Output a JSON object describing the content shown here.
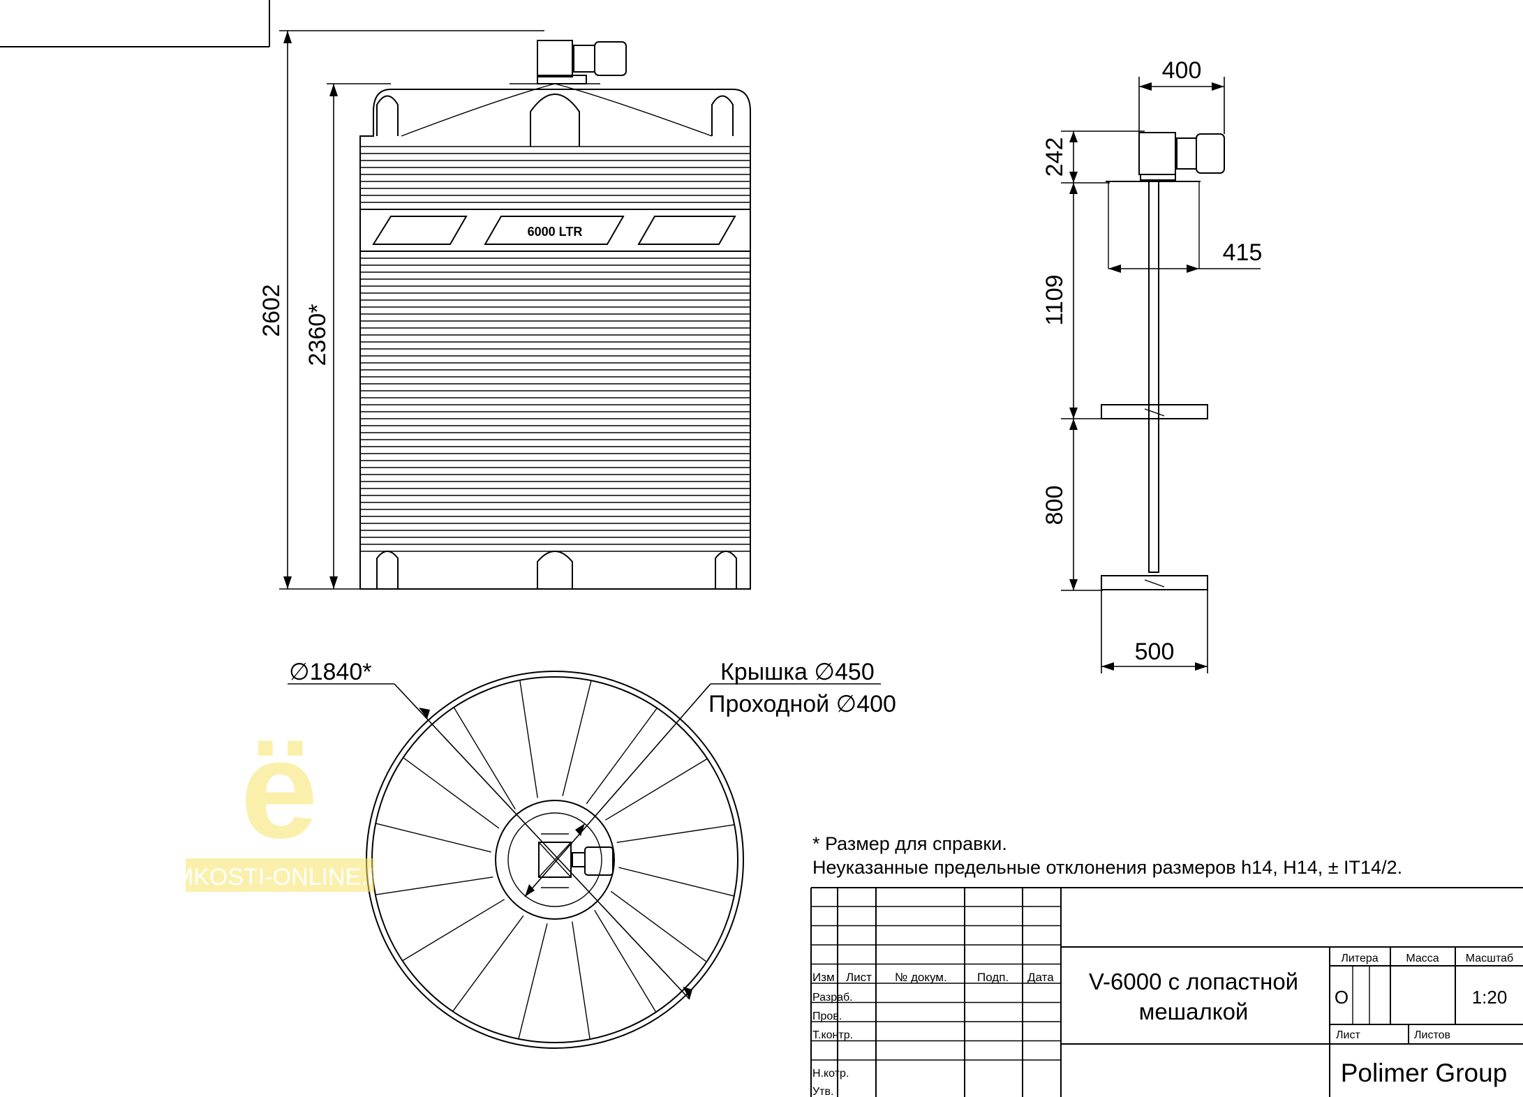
{
  "tank": {
    "label": "6000 LTR",
    "height_total": "2602",
    "height_body": "2360*"
  },
  "mixer": {
    "motor_width": "400",
    "drive_height": "242",
    "impeller_top_width": "415",
    "shaft_length": "1109",
    "blade_spacing": "800",
    "impeller_bottom_width": "500"
  },
  "plan_view": {
    "diameter": "∅1840*",
    "lid_label": "Крышка ∅450",
    "passage_label": "Проходной ∅400"
  },
  "watermark": {
    "logo_letter": "ё",
    "site": "EMKOSTI-ONLINE.RU"
  },
  "notes": {
    "note1": "* Размер для справки.",
    "note2": "Неуказанные предельные отклонения размеров h14, H14, ± IT14/2."
  },
  "title_block": {
    "headers": [
      "Изм",
      "Лист",
      "№ докум.",
      "Подп.",
      "Дата"
    ],
    "rows": [
      "Разраб.",
      "Пров.",
      "Т.контр.",
      "",
      "Н.котр.",
      "Утв."
    ],
    "title_line1": "V-6000 с лопастной",
    "title_line2": "мешалкой",
    "litera_label": "Литера",
    "mass_label": "Масса",
    "scale_label": "Масштаб",
    "litera_value": "О",
    "scale_value": "1:20",
    "sheet_label": "Лист",
    "sheets_label": "Листов",
    "company": "Polimer Group"
  }
}
